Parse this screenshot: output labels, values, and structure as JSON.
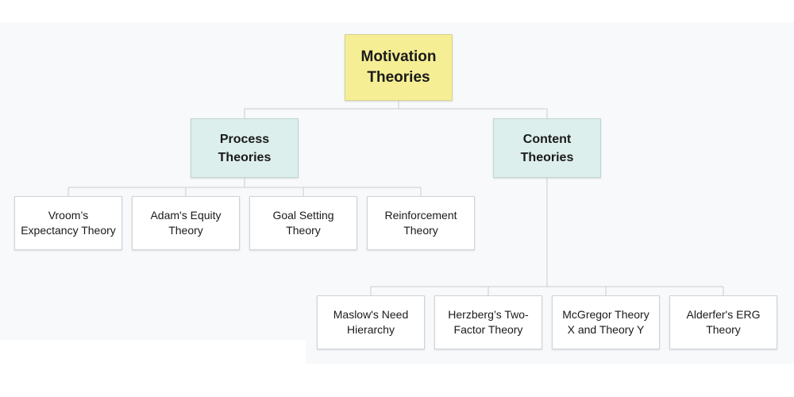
{
  "root": {
    "label": "Motivation Theories"
  },
  "categories": [
    {
      "label": "Process Theories"
    },
    {
      "label": "Content Theories"
    }
  ],
  "process_theories": [
    {
      "label": "Vroom’s Expectancy Theory"
    },
    {
      "label": "Adam's Equity Theory"
    },
    {
      "label": "Goal Setting Theory"
    },
    {
      "label": "Reinforcement Theory"
    }
  ],
  "content_theories": [
    {
      "label": "Maslow's Need Hierarchy"
    },
    {
      "label": "Herzberg’s Two-Factor Theory"
    },
    {
      "label": "McGregor Theory X and Theory Y"
    },
    {
      "label": "Alderfer's ERG Theory"
    }
  ],
  "colors": {
    "root_fill": "#f5ee94",
    "category_fill": "#ddefed",
    "leaf_fill": "#ffffff",
    "connector": "#c9cdd1"
  }
}
